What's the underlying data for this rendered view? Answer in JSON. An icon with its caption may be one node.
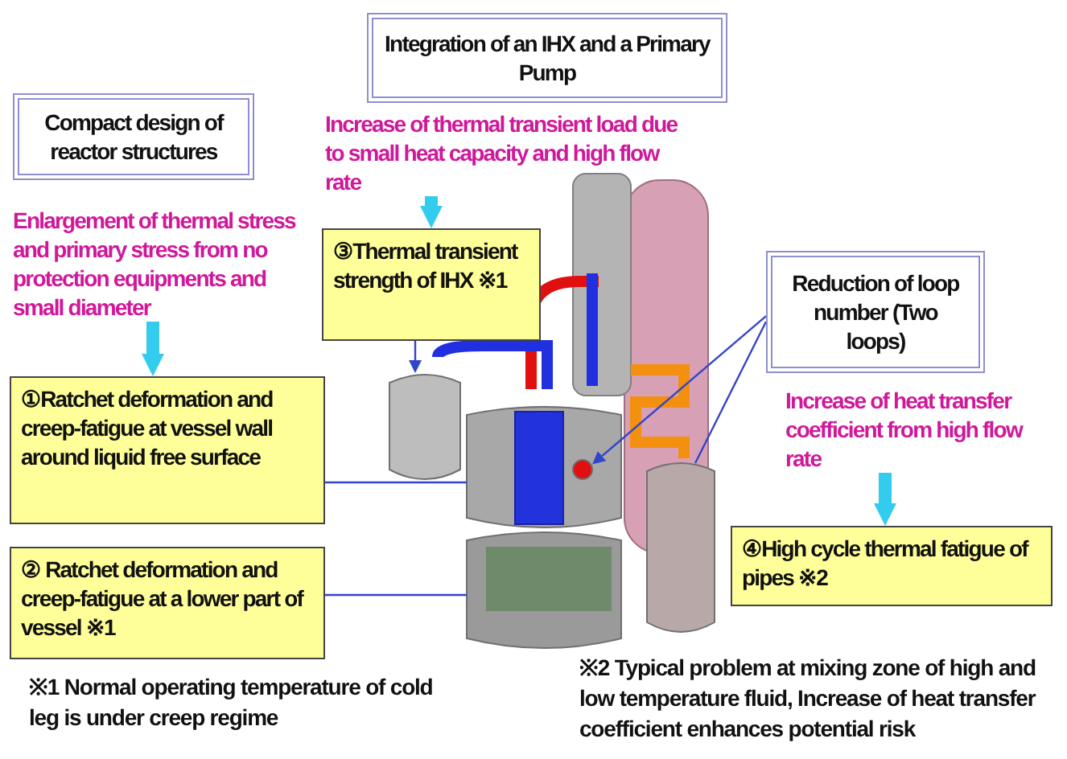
{
  "diagram": {
    "nodes": [
      {
        "text": [
          "Integration of an IHX and a Primary Pump"
        ]
      },
      {
        "text": [
          "Compact design of reactor structures"
        ]
      },
      {
        "text": [
          "Increase of thermal transient load due to small heat capacity and high flow rate"
        ]
      },
      {
        "text": [
          "Enlargement of thermal stress and primary stress from no protection equipments and small diameter"
        ]
      },
      {
        "text": [
          "③Thermal transient strength of IHX ※1"
        ]
      },
      {
        "text": [
          "Reduction of loop number (Two loops)"
        ]
      },
      {
        "text": [
          "Increase of heat transfer coefficient from high flow rate"
        ]
      },
      {
        "text": [
          "①Ratchet deformation and creep-fatigue at vessel wall around liquid free surface"
        ]
      },
      {
        "text": [
          "② Ratchet deformation and creep-fatigue at a lower part of vessel ※1"
        ]
      },
      {
        "text": [
          "④High cycle thermal fatigue of pipes ※2"
        ]
      },
      {
        "text": [],
        "shape": "cylinder"
      },
      {
        "text": [],
        "shape": "cylinder"
      },
      {
        "text": [],
        "shape": "cylinder"
      },
      {
        "text": [],
        "shape": "circle",
        "in": 10
      },
      {
        "text": [],
        "shape": "cylinder"
      }
    ],
    "edges": [
      {
        "from": 3,
        "to": 7,
        "arrow": "to",
        "style": "thick",
        "color": "#33ccee"
      },
      {
        "from": 2,
        "to": 4,
        "arrow": "to",
        "style": "thick",
        "color": "#33ccee"
      },
      {
        "from": 6,
        "to": 9,
        "arrow": "to",
        "style": "thick",
        "color": "#33ccee"
      },
      {
        "from": 4,
        "to": 12,
        "arrow": "to"
      },
      {
        "from": 7,
        "to": 10,
        "arrow": "none"
      },
      {
        "from": 8,
        "to": 11,
        "arrow": "none"
      },
      {
        "from": 5,
        "to": 13,
        "arrow": "to"
      },
      {
        "from": 5,
        "to": 14,
        "arrow": "none"
      }
    ],
    "labels": [
      "※1 Normal operating temperature of cold leg is under creep regime",
      "※2 Typical problem at mixing zone of high and low temperature fluid, Increase of heat transfer coefficient enhances potential risk"
    ]
  }
}
